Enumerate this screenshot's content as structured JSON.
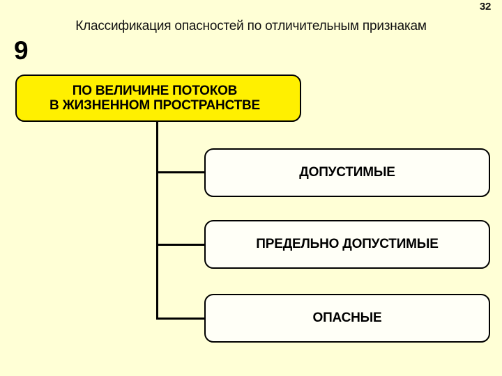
{
  "slide": {
    "page_number": "32",
    "title": "Классификация опасностей по отличительным признакам",
    "number_marker": "9",
    "background_color": "#FFFFD6"
  },
  "diagram": {
    "root": {
      "line1": "ПО ВЕЛИЧИНЕ ПОТОКОВ",
      "line2": "В ЖИЗНЕННОМ ПРОСТРАНСТВЕ",
      "fill_color": "#FFF000",
      "border_color": "#000000"
    },
    "children": [
      {
        "label": "ДОПУСТИМЫЕ",
        "fill_color": "#FFFFF7",
        "border_color": "#000000"
      },
      {
        "label": "ПРЕДЕЛЬНО ДОПУСТИМЫЕ",
        "fill_color": "#FFFFF7",
        "border_color": "#000000"
      },
      {
        "label": "ОПАСНЫЕ",
        "fill_color": "#FFFFF7",
        "border_color": "#000000"
      }
    ]
  }
}
